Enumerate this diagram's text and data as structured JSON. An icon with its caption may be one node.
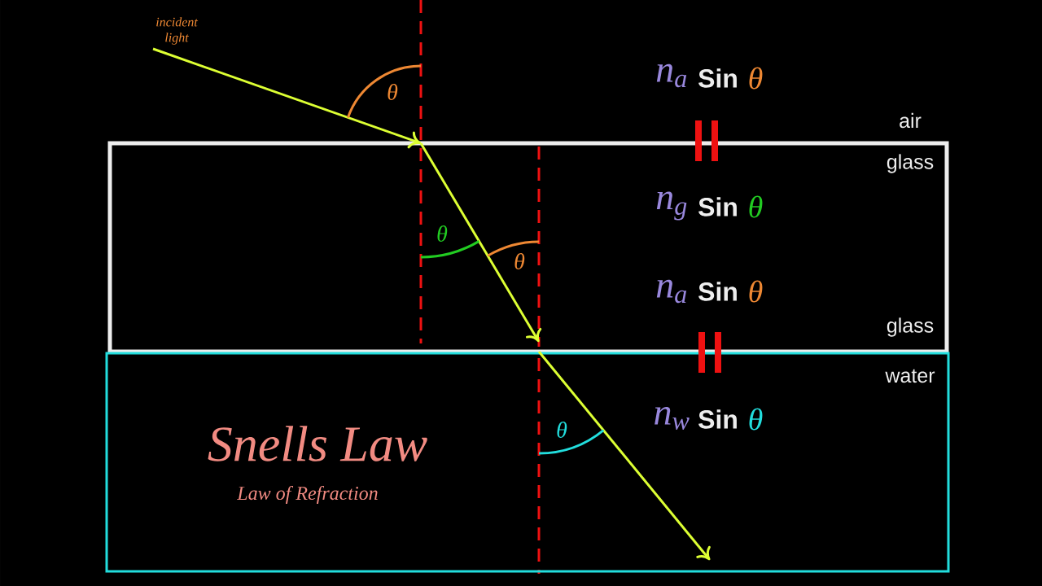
{
  "diagram": {
    "nodes": [
      {
        "text": [
          "glass",
          "glass"
        ]
      },
      {
        "text": [
          "water"
        ]
      }
    ],
    "labels": [
      "incident light",
      "n$_{a}$",
      "Sin",
      "θ",
      "θ",
      "air",
      "n$_{g}$",
      "Sin",
      "θ",
      "θ",
      "θ",
      "n$_{a}$",
      "Sin",
      "θ",
      "n$_{w}$",
      "Sin",
      "θ",
      "θ",
      "Snells Law",
      "Law of Refraction"
    ]
  }
}
